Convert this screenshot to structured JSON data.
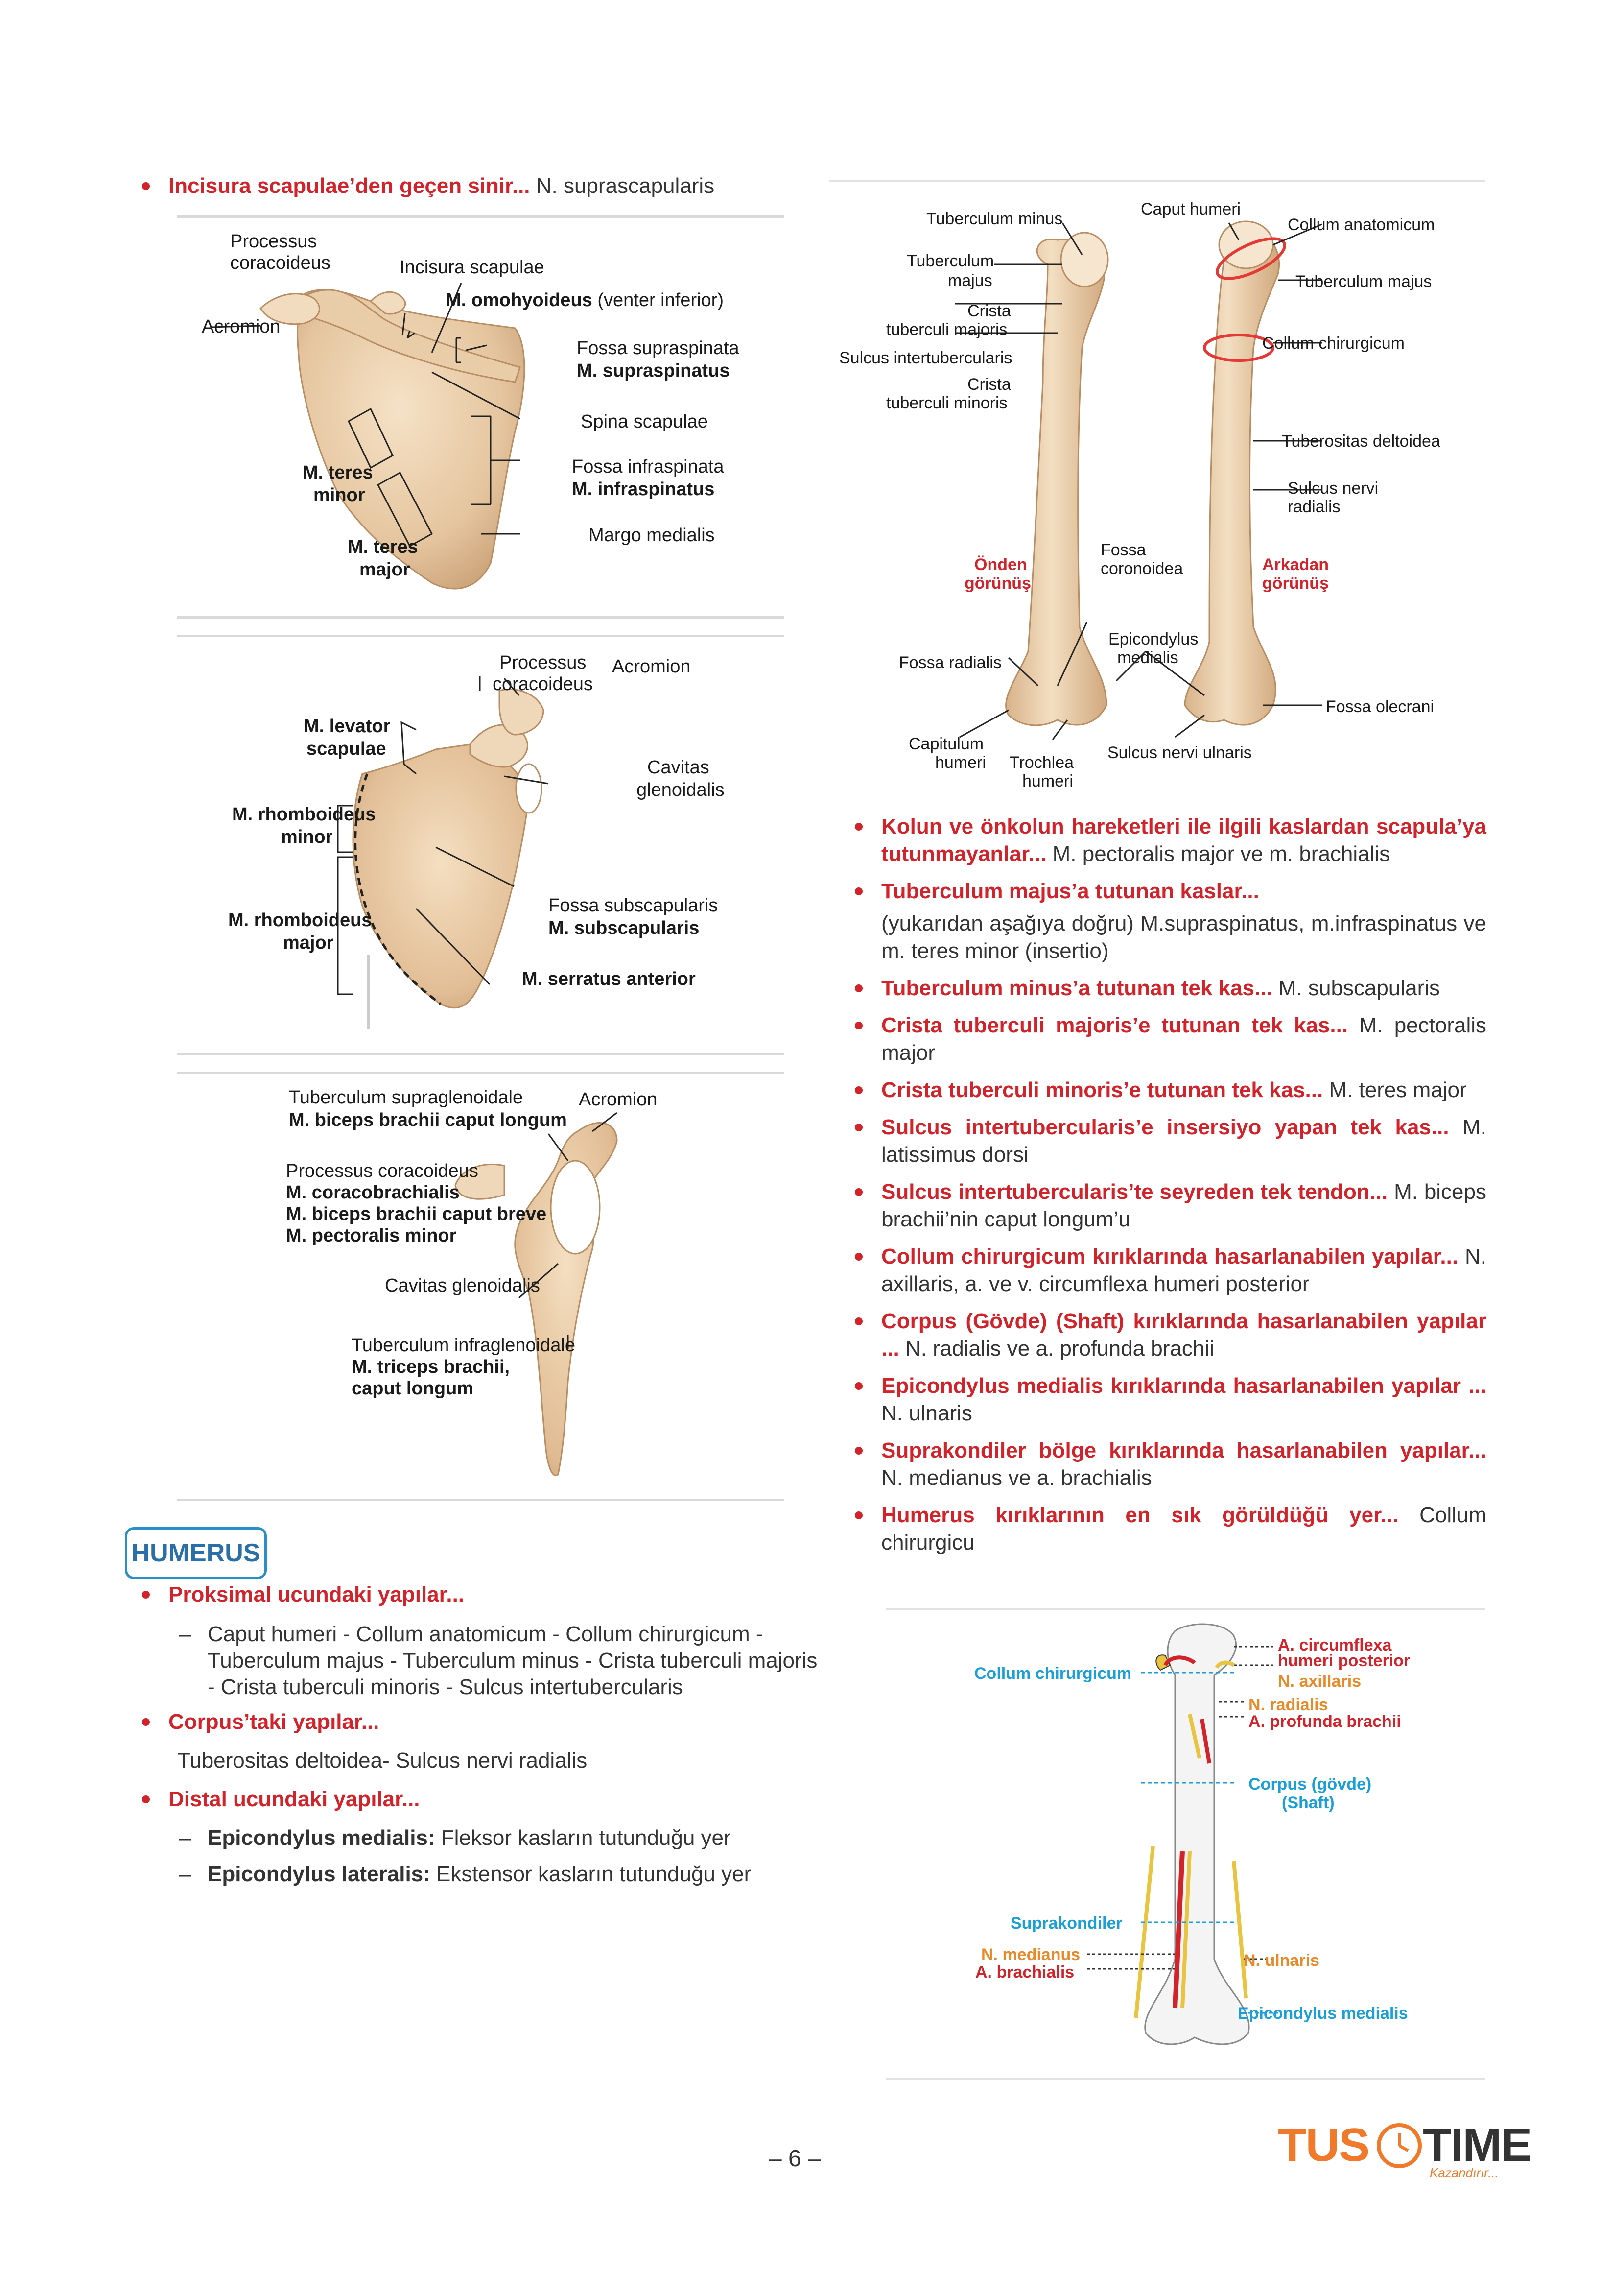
{
  "top_left": {
    "q": "Incisura scapulae’den geçen sinir...",
    "a": " N. suprascapularis"
  },
  "scapula1": {
    "processus": "Processus",
    "coracoideus": "coracoideus",
    "incisura": "Incisura scapulae",
    "acromion": "Acromion",
    "omohyoideus": "M. omohyoideus",
    "omohyoideus_sub": " (venter inferior)",
    "fossa_supra": "Fossa supraspinata",
    "m_supra": "M. supraspinatus",
    "spina": "Spina scapulae",
    "teres_minor_1": "M. teres",
    "teres_minor_2": "minor",
    "fossa_infra": "Fossa infraspinata",
    "m_infra": "M. infraspinatus",
    "margo": "Margo medialis",
    "teres_major_1": "M. teres",
    "teres_major_2": "major"
  },
  "scapula2": {
    "processus": "Processus",
    "coracoideus": "coracoideus",
    "acromion": "Acromion",
    "levator_1": "M. levator",
    "levator_2": "scapulae",
    "cavitas_1": "Cavitas",
    "cavitas_2": "glenoidalis",
    "rh_minor_1": "M. rhomboideus",
    "rh_minor_2": "minor",
    "rh_major_1": "M. rhomboideus",
    "rh_major_2": "major",
    "fossa_sub": "Fossa subscapularis",
    "m_sub": "M. subscapularis",
    "serratus": "M. serratus anterior"
  },
  "scapula3": {
    "tub_supra": "Tuberculum supraglenoidale",
    "biceps_long": "M. biceps brachii caput longum",
    "acromion": "Acromion",
    "proc_cor": "Processus coracoideus",
    "coracobrachialis": "M. coracobrachialis",
    "biceps_breve": "M. biceps brachii caput breve",
    "pect_minor": "M. pectoralis minor",
    "cavitas": "Cavitas glenoidalis",
    "tub_infra": "Tuberculum infraglenoidale",
    "triceps_1": "M. triceps brachii,",
    "triceps_2": "caput longum"
  },
  "humerus_fig": {
    "tub_minus": "Tuberculum minus",
    "caput": "Caput humeri",
    "collum_anat": "Collum anatomicum",
    "tub_majus_1": "Tuberculum",
    "tub_majus_2": "majus",
    "tub_majus_r": "Tuberculum majus",
    "crista_maj_1": "Crista",
    "crista_maj_2": "tuberculi majoris",
    "collum_chir": "Collum chirurgicum",
    "sulcus_inter": "Sulcus intertubercularis",
    "crista_min_1": "Crista",
    "crista_min_2": "tuberculi minoris",
    "tuberositas": "Tuberositas deltoidea",
    "sulcus_rad_1": "Sulcus nervi",
    "sulcus_rad_2": "radialis",
    "onden_1": "Önden",
    "onden_2": "görünüş",
    "fossa_cor_1": "Fossa",
    "fossa_cor_2": "coronoidea",
    "arkadan_1": "Arkadan",
    "arkadan_2": "görünüş",
    "epic_1": "Epicondylus",
    "epic_2": "medialis",
    "fossa_rad": "Fossa radialis",
    "fossa_olec": "Fossa olecrani",
    "capitulum_1": "Capitulum",
    "capitulum_2": "humeri",
    "trochlea_1": "Trochlea",
    "trochlea_2": "humeri",
    "sulcus_uln": "Sulcus nervi ulnaris"
  },
  "right_list": [
    {
      "q": "Kolun ve önkolun hareketleri ile ilgili kaslardan scapula’ya tutunmayanlar...",
      "a": " M. pectoralis major ve m. brachialis"
    },
    {
      "q": "Tuberculum majus’a tutunan kaslar...",
      "a": ""
    },
    {
      "q": "Tuberculum minus’a tutunan tek kas...",
      "a": " M. subscapularis"
    },
    {
      "q": "Crista tuberculi majoris’e tutunan tek kas...",
      "a": " M. pectoralis major"
    },
    {
      "q": "Crista tuberculi minoris’e tutunan tek kas...",
      "a": " M. teres major"
    },
    {
      "q": "Sulcus intertubercularis’e insersiyo yapan tek kas...",
      "a": " M. latissimus dorsi"
    },
    {
      "q": "Sulcus intertubercularis’te seyreden tek tendon...",
      "a": " M. biceps brachii’nin caput longum’u"
    },
    {
      "q": "Collum chirurgicum kırıklarında hasarlanabilen yapılar...",
      "a": " N. axillaris, a. ve v. circumflexa humeri posterior"
    },
    {
      "q": "Corpus (Gövde) (Shaft) kırıklarında hasarlanabilen yapılar ...",
      "a": " N. radialis ve a. profunda brachii"
    },
    {
      "q": "Epicondylus medialis kırıklarında hasarlanabilen yapılar ...",
      "a": " N. ulnaris"
    },
    {
      "q": "Suprakondiler bölge kırıklarında hasarlanabilen yapılar...",
      "a": " N. medianus ve a. brachialis"
    },
    {
      "q": "Humerus kırıklarının en sık görüldüğü yer...",
      "a": " Collum chirurgicu"
    }
  ],
  "tub_majus_note": "(yukarıdan aşağıya doğru) M.supraspinatus, m.infraspinatus ve m. teres minor (insertio)",
  "diagram2": {
    "circ_1": "A. circumflexa",
    "circ_2": "humeri posterior",
    "axillaris": "N. axillaris",
    "collum": "Collum chirurgicum",
    "radialis": "N. radialis",
    "profunda": "A. profunda brachii",
    "corpus_1": "Corpus (gövde)",
    "corpus_2": "(Shaft)",
    "supra": "Suprakondiler",
    "medianus": "N. medianus",
    "ulnaris": "N. ulnaris",
    "brachialis": "A. brachialis",
    "epic": "Epicondylus medialis"
  },
  "humerus_title": "HUMERUS",
  "hum_list": {
    "prox_q": "Proksimal ucundaki yapılar...",
    "prox_items": "Caput humeri - Collum anatomicum - Collum chirurgicum - Tuberculum majus - Tuberculum minus - Crista tuberculi majoris - Crista tuberculi minoris - Sulcus intertubercularis",
    "corpus_q": "Corpus’taki yapılar...",
    "corpus_a": "Tuberositas deltoidea- Sulcus nervi radialis",
    "distal_q": "Distal ucundaki yapılar...",
    "epi_med_b": "Epicondylus medialis:",
    "epi_med_t": " Fleksor kasların tutunduğu yer",
    "epi_lat_b": "Epicondylus lateralis:",
    "epi_lat_t": " Ekstensor kasların tutunduğu yer"
  },
  "footer": {
    "page": "– 6 –",
    "logo_left": "TUS",
    "logo_right": "TIME",
    "logo_tag": "Kazandırır..."
  },
  "colors": {
    "accent_red": "#d2232a",
    "blue": "#1a9fd8",
    "orange": "#e8892a",
    "bone": "#ecd3b3"
  }
}
